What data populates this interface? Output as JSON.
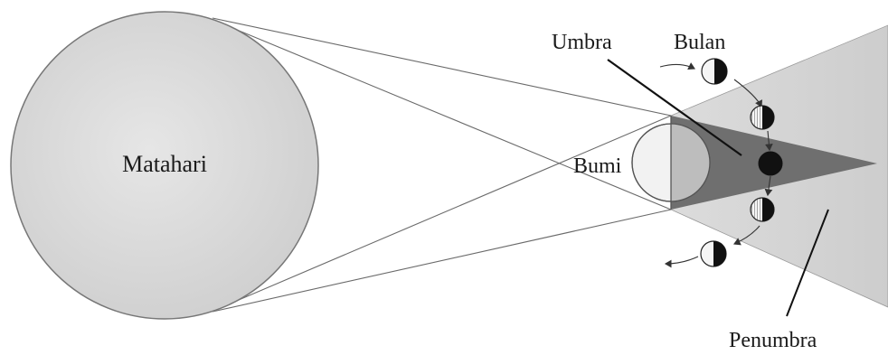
{
  "labels": {
    "sun": "Matahari",
    "earth": "Bumi",
    "umbra": "Umbra",
    "moon": "Bulan",
    "penumbra": "Penumbra"
  },
  "colors": {
    "sun_fill": "#d9d9d9",
    "earth_day": "#f0f0f0",
    "earth_night": "#bdbdbd",
    "umbra": "#6f6f6f",
    "penumbra": "#d6d6d6",
    "outline": "#4a4a4a",
    "moon_dark": "#111111"
  }
}
